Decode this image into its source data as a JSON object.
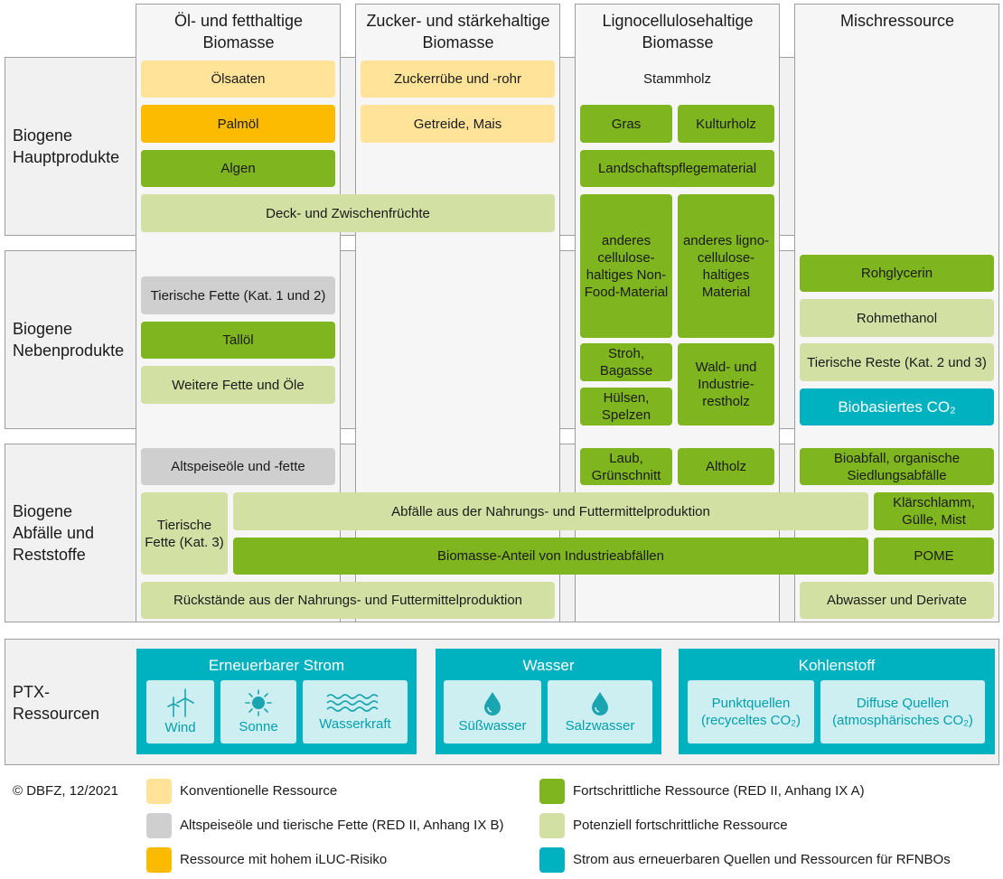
{
  "columns": {
    "oil": "Öl- und fetthaltige Biomasse",
    "sugar": "Zucker- und stärkehaltige Biomasse",
    "ligno": "Lignocellulosehaltige Biomasse",
    "mix": "Mischressource"
  },
  "rows": {
    "main": "Biogene Hauptprodukte",
    "by": "Biogene Nebenprodukte",
    "waste": "Biogene Abfälle und Reststoffe",
    "ptx": "PTX-Ressourcen"
  },
  "items": {
    "oelsaaten": "Ölsaaten",
    "palmoel": "Palmöl",
    "algen": "Algen",
    "zwischenfruechte": "Deck- und Zwischenfrüchte",
    "zuckerruebe": "Zuckerrübe und -rohr",
    "getreide": "Getreide, Mais",
    "stammholz": "Stammholz",
    "gras": "Gras",
    "kulturholz": "Kulturholz",
    "landschaft": "Landschaftspflegematerial",
    "nonfood": "anderes cellulose-haltiges Non-Food-Material",
    "lignomat": "anderes ligno-cellulose-haltiges Material",
    "tierfette12": "Tierische Fette (Kat. 1 und 2)",
    "talloel": "Tallöl",
    "weiterefette": "Weitere Fette und Öle",
    "stroh": "Stroh, Bagasse",
    "huelsen": "Hülsen, Spelzen",
    "waldholz": "Wald- und Industrie-restholz",
    "rohglycerin": "Rohglycerin",
    "rohmethanol": "Rohmethanol",
    "tierreste": "Tierische Reste (Kat. 2 und 3)",
    "bioco2": "Biobasiertes CO₂",
    "altspeise": "Altspeiseöle und -fette",
    "tierfette3": "Tierische Fette (Kat. 3)",
    "abfaelle": "Abfälle aus der Nahrungs- und Futtermittelproduktion",
    "industrie": "Biomasse-Anteil von Industrieabfällen",
    "rueckstaende": "Rückstände aus der Nahrungs- und Futtermittelproduktion",
    "laub": "Laub, Grünschnitt",
    "altholz": "Altholz",
    "bioabfall": "Bioabfall, organische Siedlungsabfälle",
    "klaerschlamm": "Klärschlamm, Gülle, Mist",
    "pome": "POME",
    "abwasser": "Abwasser und Derivate"
  },
  "ptx": {
    "strom": {
      "title": "Erneuerbarer Strom",
      "wind": "Wind",
      "sonne": "Sonne",
      "wasserkraft": "Wasserkraft"
    },
    "wasser": {
      "title": "Wasser",
      "suess": "Süßwasser",
      "salz": "Salzwasser"
    },
    "kohlenstoff": {
      "title": "Kohlenstoff",
      "punkt_1": "Punktquellen",
      "punkt_2": "(recyceltes CO₂)",
      "diffus_1": "Diffuse Quellen",
      "diffus_2": "(atmosphärisches CO₂)"
    }
  },
  "copyright": "© DBFZ, 12/2021",
  "legend": {
    "conventional": "Konventionelle Ressource",
    "used_oils": "Altspeiseöle und tierische Fette (RED II, Anhang IX B)",
    "iluc": "Ressource mit hohem iLUC-Risiko",
    "advanced": "Fortschrittliche Ressource (RED II, Anhang IX A)",
    "potential": "Potenziell fortschrittliche Ressource",
    "rfnbo": "Strom aus erneuerbaren Quellen und Ressourcen für RFNBOs"
  },
  "colors": {
    "conventional": "#fee399",
    "iluc": "#fdbb00",
    "advanced": "#7fb51e",
    "potential": "#d3e0a4",
    "used_oils": "#cfcfcf",
    "rfnbo": "#00b1bf"
  }
}
